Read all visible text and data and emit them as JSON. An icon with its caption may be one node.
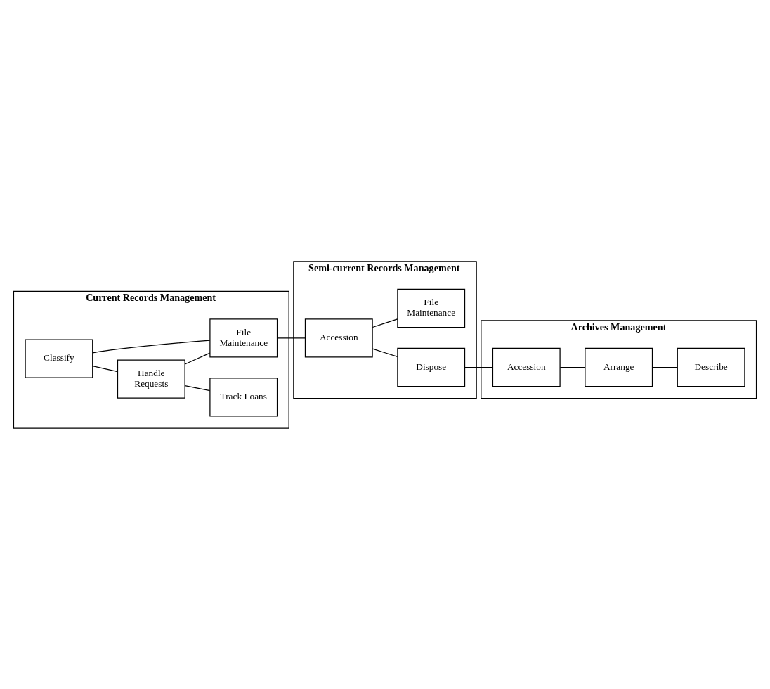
{
  "diagram": {
    "nodes": [
      {
        "text": [
          "Current Records Management"
        ]
      },
      {
        "text": [
          "Classify"
        ],
        "in": 0
      },
      {
        "text": [
          "Handle Requests"
        ],
        "in": 0
      },
      {
        "text": [
          "Track Loans"
        ],
        "in": 0
      },
      {
        "text": [
          "File Maintenance"
        ],
        "in": 0
      },
      {
        "text": [
          "Semi-current Records Management"
        ]
      },
      {
        "text": [
          "Accession"
        ],
        "in": 5
      },
      {
        "text": [
          "Dispose"
        ],
        "in": 5
      },
      {
        "text": [
          "File Maintenance"
        ],
        "in": 5
      },
      {
        "text": [
          "Archives Management"
        ]
      },
      {
        "text": [
          "Accession"
        ],
        "in": 9
      },
      {
        "text": [
          "Arrange"
        ],
        "in": 9
      },
      {
        "text": [
          "Describe"
        ],
        "in": 9
      }
    ],
    "edges": [
      {
        "from": 1,
        "to": 2,
        "arrow": "none"
      },
      {
        "from": 1,
        "to": 4,
        "arrow": "none"
      },
      {
        "from": 2,
        "to": 4,
        "arrow": "none"
      },
      {
        "from": 2,
        "to": 3,
        "arrow": "none"
      },
      {
        "from": 4,
        "to": 6,
        "arrow": "none"
      },
      {
        "from": 6,
        "to": 7,
        "arrow": "none"
      },
      {
        "from": 6,
        "to": 8,
        "arrow": "none"
      },
      {
        "from": 7,
        "to": 10,
        "arrow": "none"
      },
      {
        "from": 10,
        "to": 11,
        "arrow": "none"
      },
      {
        "from": 11,
        "to": 12,
        "arrow": "none"
      }
    ]
  }
}
